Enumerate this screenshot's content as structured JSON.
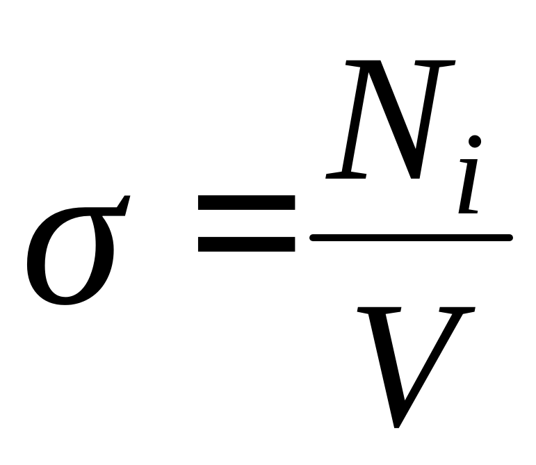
{
  "equation": {
    "lhs_symbol": "σ",
    "operator": "=",
    "numerator": {
      "main": "N",
      "subscript": "i"
    },
    "denominator": "V"
  }
}
